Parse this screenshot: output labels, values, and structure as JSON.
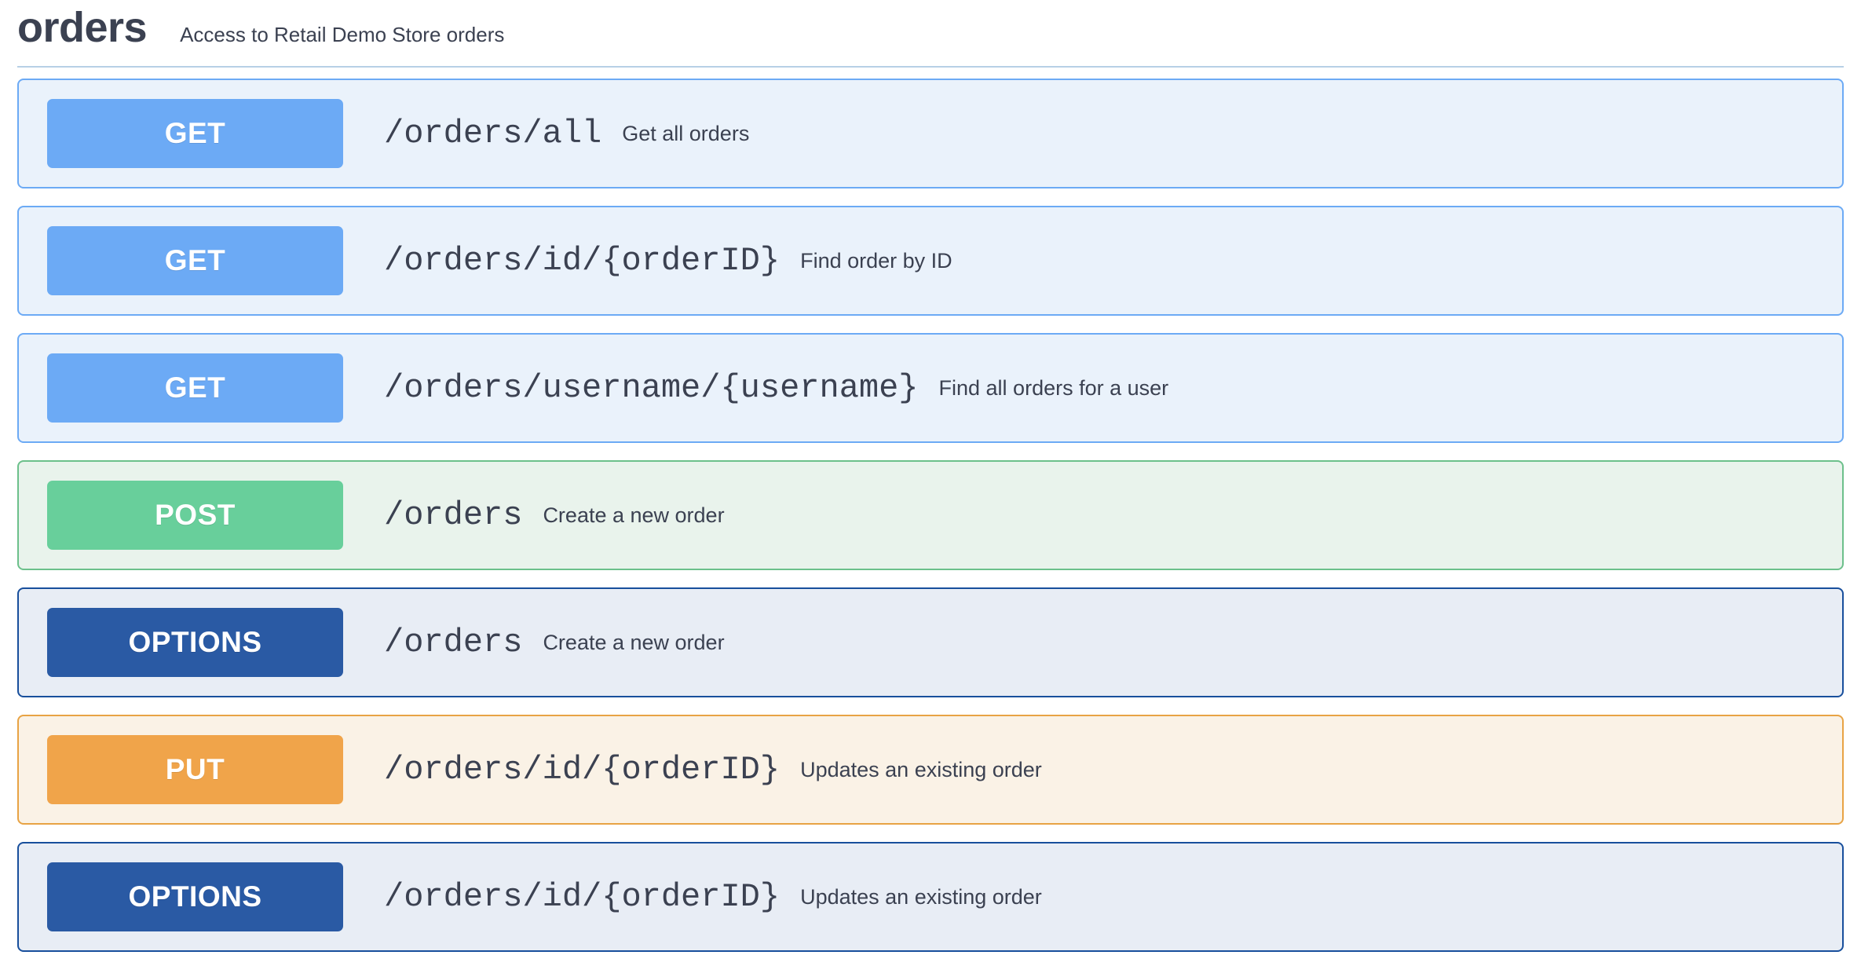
{
  "header": {
    "title": "orders",
    "description": "Access to Retail Demo Store orders"
  },
  "colors": {
    "get_button": "#6caaf5",
    "get_row_bg": "#eaf2fb",
    "get_row_border": "#6caaf5",
    "post_button": "#68cf9b",
    "post_row_bg": "#e9f3ec",
    "post_row_border": "#6cc08b",
    "options_button": "#2a5aa4",
    "options_row_bg": "#e8edf5",
    "options_row_border": "#184f9c",
    "put_button": "#f0a44a",
    "put_row_bg": "#faf2e6",
    "put_row_border": "#e8a344",
    "text": "#3b4151",
    "divider": "#b7d0e6"
  },
  "operations": [
    {
      "method": "GET",
      "path": "/orders/all",
      "summary": "Get all orders",
      "button_color": "#6caaf5",
      "row_bg": "#eaf2fb",
      "row_border": "#6caaf5"
    },
    {
      "method": "GET",
      "path": "/orders/id/{orderID}",
      "summary": "Find order by ID",
      "button_color": "#6caaf5",
      "row_bg": "#eaf2fb",
      "row_border": "#6caaf5"
    },
    {
      "method": "GET",
      "path": "/orders/username/{username}",
      "summary": "Find all orders for a user",
      "button_color": "#6caaf5",
      "row_bg": "#eaf2fb",
      "row_border": "#6caaf5"
    },
    {
      "method": "POST",
      "path": "/orders",
      "summary": "Create a new order",
      "button_color": "#68cf9b",
      "row_bg": "#e9f3ec",
      "row_border": "#6cc08b"
    },
    {
      "method": "OPTIONS",
      "path": "/orders",
      "summary": "Create a new order",
      "button_color": "#2a5aa4",
      "row_bg": "#e8edf5",
      "row_border": "#184f9c"
    },
    {
      "method": "PUT",
      "path": "/orders/id/{orderID}",
      "summary": "Updates an existing order",
      "button_color": "#f0a44a",
      "row_bg": "#faf2e6",
      "row_border": "#e8a344"
    },
    {
      "method": "OPTIONS",
      "path": "/orders/id/{orderID}",
      "summary": "Updates an existing order",
      "button_color": "#2a5aa4",
      "row_bg": "#e8edf5",
      "row_border": "#184f9c"
    }
  ]
}
